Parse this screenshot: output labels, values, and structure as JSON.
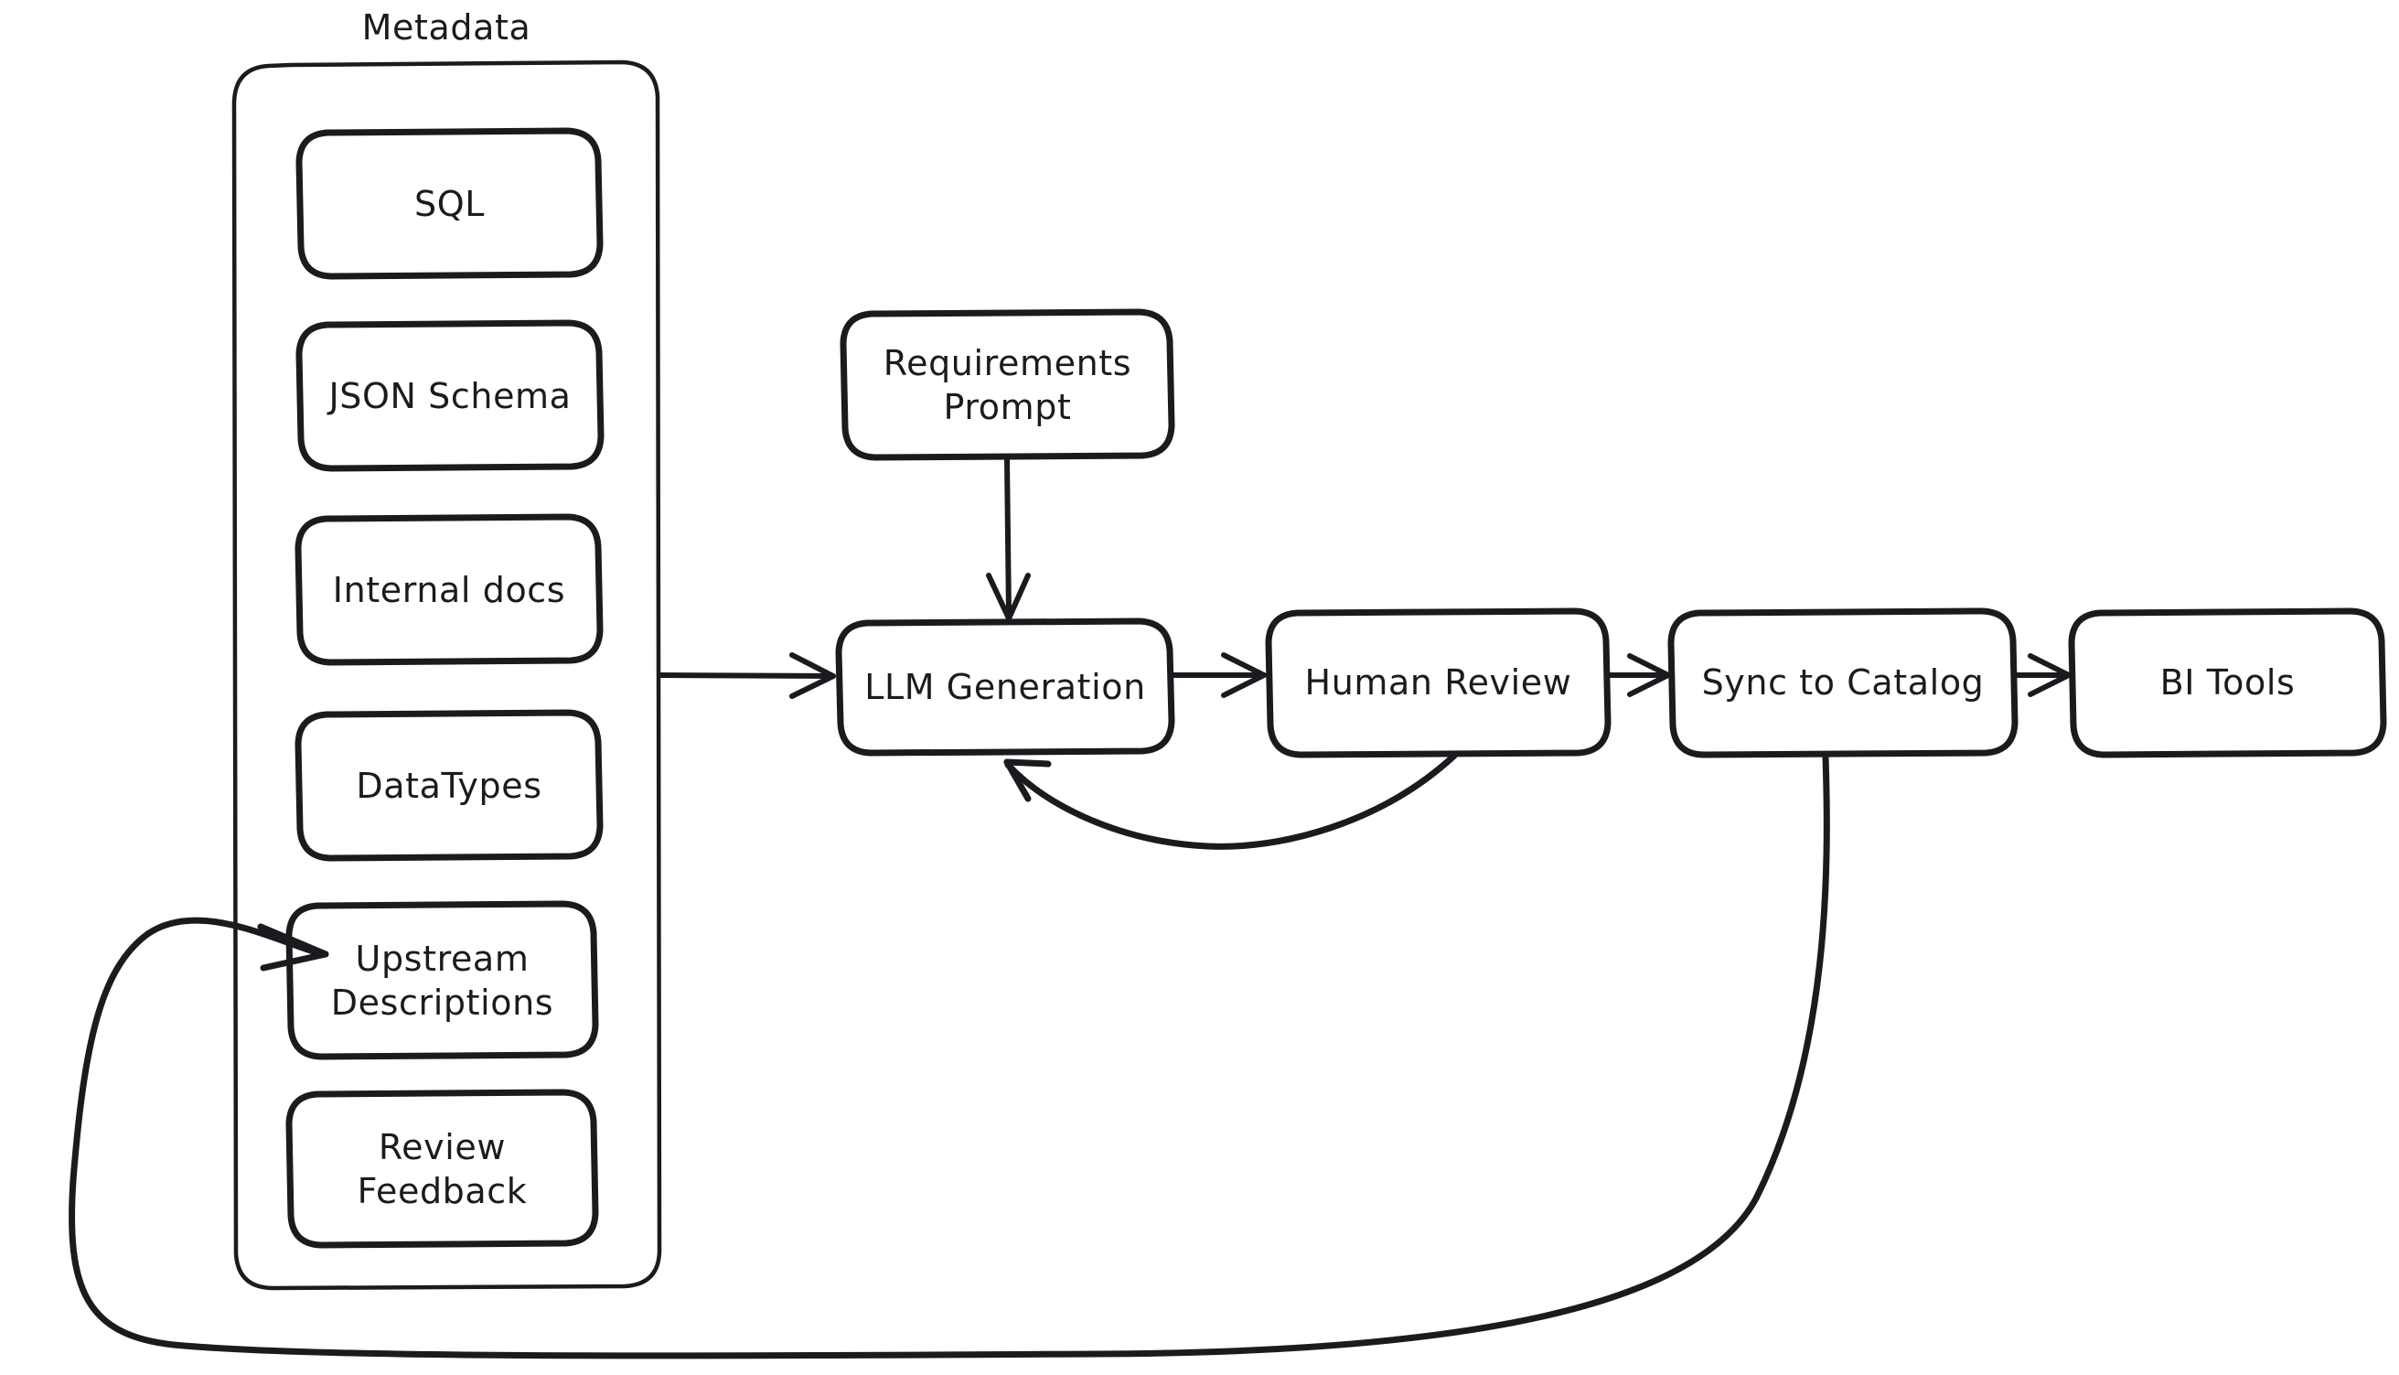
{
  "diagram": {
    "title": "Metadata-driven LLM description generation pipeline",
    "style": "hand-drawn",
    "stroke_color": "#1b1b1f",
    "fill_color": "#ffffff",
    "background": "#ffffff"
  },
  "group": {
    "label": "Metadata",
    "items": [
      {
        "id": "sql",
        "label": "SQL"
      },
      {
        "id": "json-schema",
        "label": "JSON Schema"
      },
      {
        "id": "internal-docs",
        "label": "Internal docs"
      },
      {
        "id": "datatypes",
        "label": "DataTypes"
      },
      {
        "id": "upstream-descriptions",
        "label": "Upstream\nDescriptions"
      },
      {
        "id": "review-feedback",
        "label": "Review\nFeedback"
      }
    ]
  },
  "nodes": [
    {
      "id": "requirements-prompt",
      "label": "Requirements\nPrompt"
    },
    {
      "id": "llm-generation",
      "label": "LLM Generation"
    },
    {
      "id": "human-review",
      "label": "Human Review"
    },
    {
      "id": "sync-to-catalog",
      "label": "Sync to Catalog"
    },
    {
      "id": "bi-tools",
      "label": "BI Tools"
    }
  ],
  "edges": [
    {
      "id": "metadata-to-llm",
      "from": "Metadata",
      "to": "LLM Generation",
      "arrow": "end"
    },
    {
      "id": "prompt-to-llm",
      "from": "Requirements Prompt",
      "to": "LLM Generation",
      "arrow": "end"
    },
    {
      "id": "llm-to-review",
      "from": "LLM Generation",
      "to": "Human Review",
      "arrow": "end"
    },
    {
      "id": "review-to-sync",
      "from": "Human Review",
      "to": "Sync to Catalog",
      "arrow": "end"
    },
    {
      "id": "sync-to-bi",
      "from": "Sync to Catalog",
      "to": "BI Tools",
      "arrow": "end"
    },
    {
      "id": "review-feedback-loop",
      "from": "Human Review",
      "to": "LLM Generation",
      "arrow": "end"
    },
    {
      "id": "catalog-to-upstream-loop",
      "from": "Sync to Catalog",
      "to": "Upstream Descriptions",
      "arrow": "end"
    }
  ]
}
